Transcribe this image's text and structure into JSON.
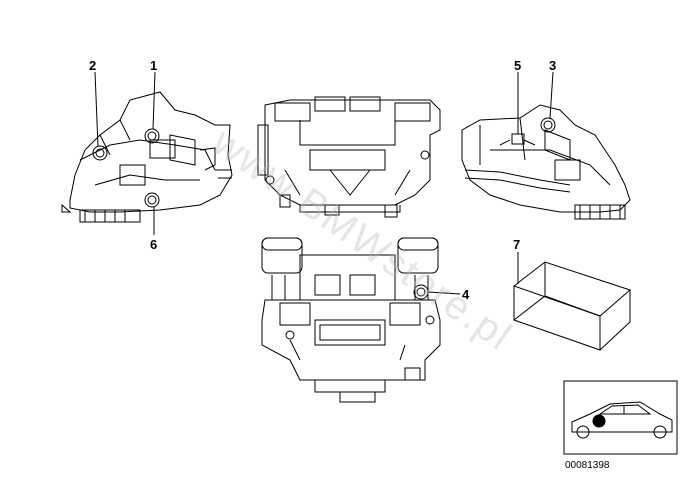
{
  "callouts": {
    "c1": "1",
    "c2": "2",
    "c3": "3",
    "c4": "4",
    "c5": "5",
    "c6": "6",
    "c7": "7"
  },
  "document_number": "00081398",
  "watermark": "www.BMWstore.pl",
  "colors": {
    "line": "#000000",
    "background": "#ffffff",
    "marker": "#000000"
  }
}
